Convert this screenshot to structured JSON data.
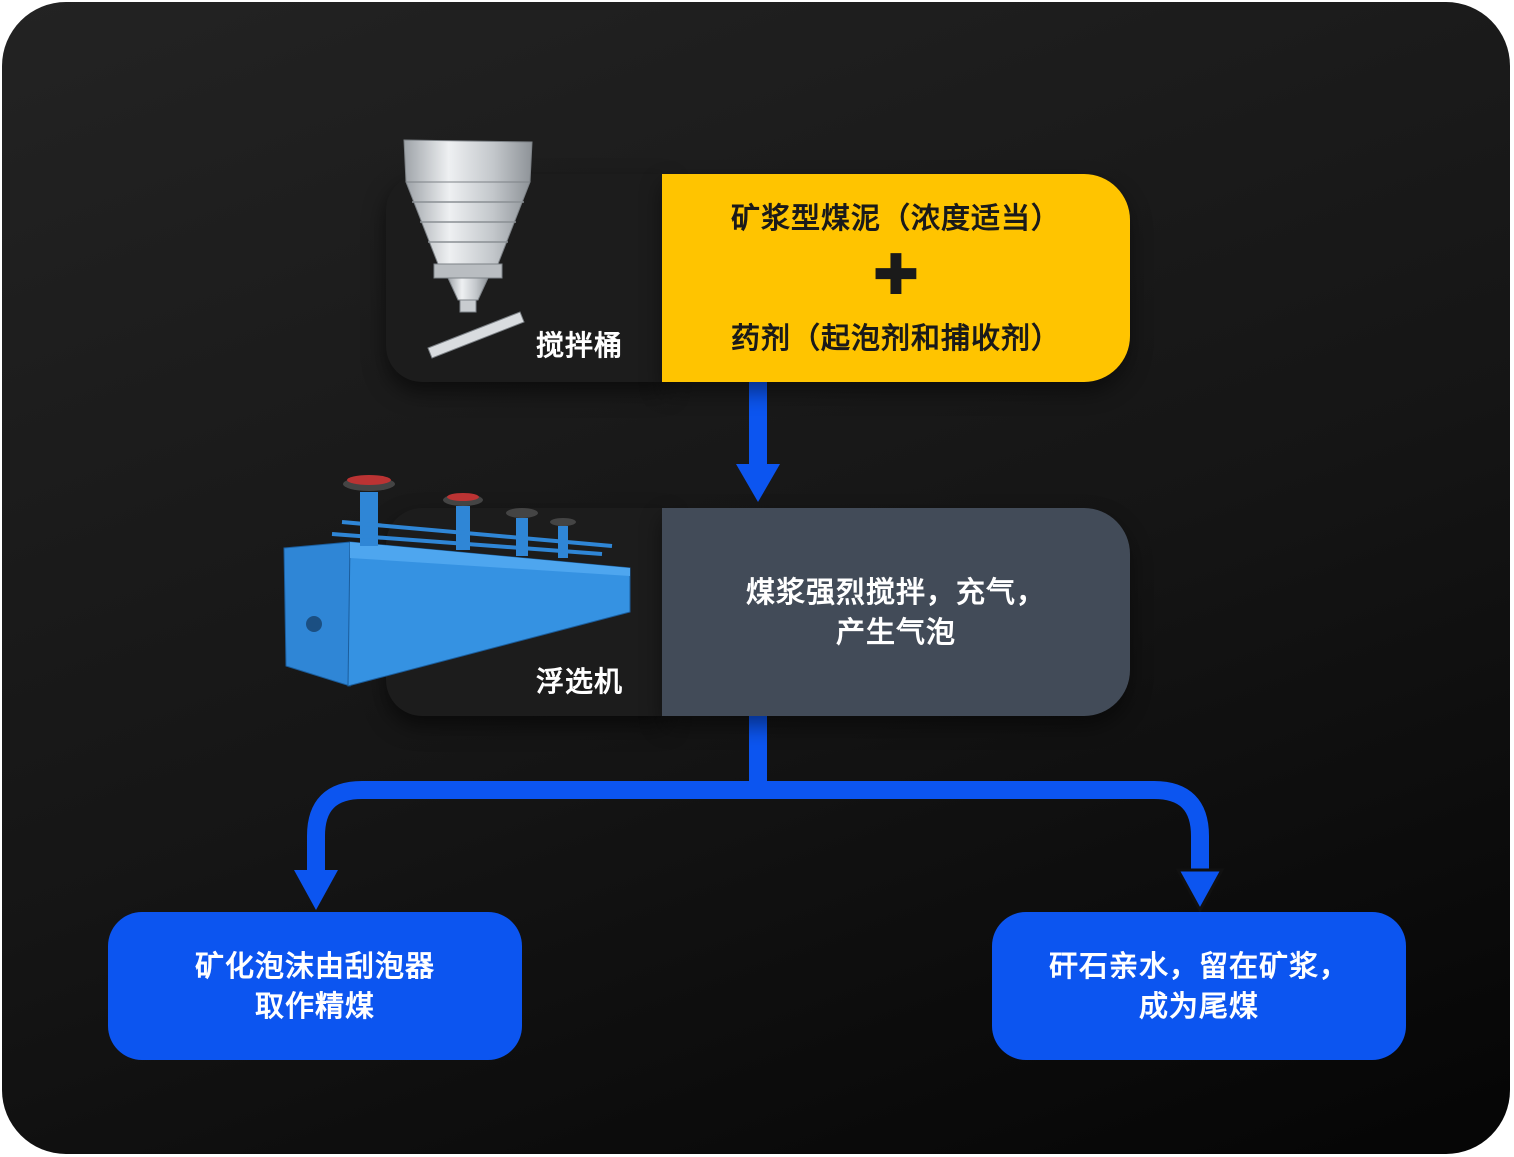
{
  "step1": {
    "equipment_label": "搅拌桶",
    "line1": "矿浆型煤泥（浓度适当）",
    "plus": "✚",
    "line2": "药剂（起泡剂和捕收剂）"
  },
  "step2": {
    "equipment_label": "浮选机",
    "line1": "煤浆强烈搅拌，充气，",
    "line2": "产生气泡"
  },
  "outcome_left": {
    "line1": "矿化泡沫由刮泡器",
    "line2": "取作精煤"
  },
  "outcome_right": {
    "line1": "矸石亲水，留在矿浆，",
    "line2": "成为尾煤"
  },
  "colors": {
    "accent_yellow": "#ffc400",
    "slate": "#424b58",
    "arrow_blue": "#0c55f0",
    "machine_blue": "#2e86d8",
    "background": "#1a1a1a"
  }
}
